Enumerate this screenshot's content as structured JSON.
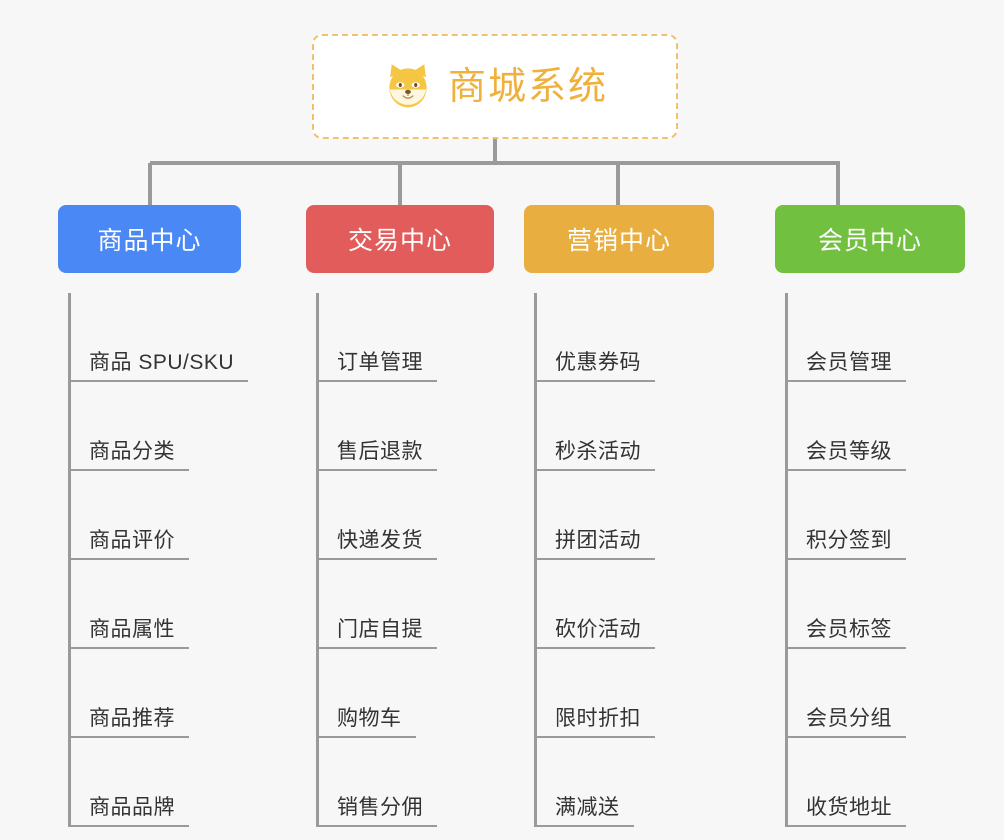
{
  "page": {
    "background_color": "#f7f7f7",
    "diagram_type": "mind-map"
  },
  "root": {
    "title": "商城系统",
    "icon": "shiba-dog-face-icon",
    "text_color": "#f0b03c",
    "border_color": "#f0c270",
    "background_color": "#ffffff"
  },
  "connector": {
    "color": "#9a9a9a"
  },
  "categories": [
    {
      "label": "商品中心",
      "color": "#4988f5",
      "width": 183,
      "items": [
        "商品 SPU/SKU",
        "商品分类",
        "商品评价",
        "商品属性",
        "商品推荐",
        "商品品牌"
      ]
    },
    {
      "label": "交易中心",
      "color": "#e35c5c",
      "width": 188,
      "items": [
        "订单管理",
        "售后退款",
        "快递发货",
        "门店自提",
        "购物车",
        "销售分佣"
      ]
    },
    {
      "label": "营销中心",
      "color": "#e9ae40",
      "width": 190,
      "items": [
        "优惠券码",
        "秒杀活动",
        "拼团活动",
        "砍价活动",
        "限时折扣",
        "满减送"
      ]
    },
    {
      "label": "会员中心",
      "color": "#72c040",
      "width": 190,
      "items": [
        "会员管理",
        "会员等级",
        "积分签到",
        "会员标签",
        "会员分组",
        "收货地址"
      ]
    }
  ]
}
